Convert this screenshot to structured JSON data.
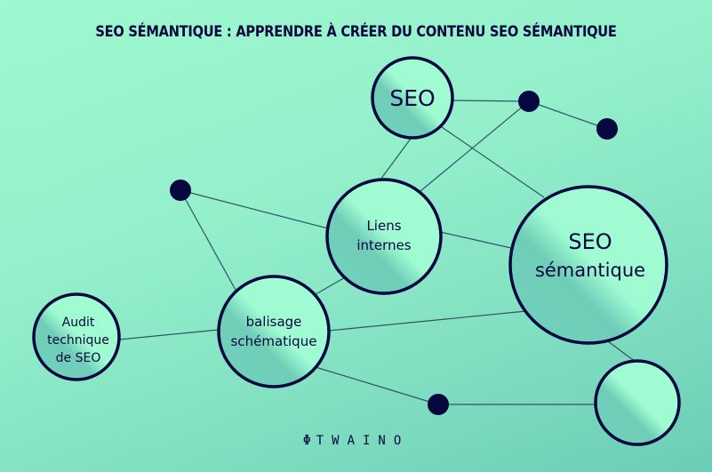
{
  "title": "SEO SÉMANTIQUE : APPRENDRE À CRÉER DU CONTENU SEO SÉMANTIQUE",
  "colors": {
    "background_light": "#9ef9d0",
    "background_dark": "#6ccdb6",
    "ink": "#07073f",
    "node_fill": "#9ffbd1",
    "node_shade": "#6fcdb8",
    "edge": "#2f5566"
  },
  "nodes": {
    "seo": {
      "line1": "SEO"
    },
    "liens": {
      "line1": "Liens",
      "line2": "internes"
    },
    "semantique": {
      "line1": "SEO",
      "line2": "sémantique"
    },
    "balisage": {
      "line1": "balisage",
      "line2": "schématique"
    },
    "audit": {
      "line1": "Audit",
      "line2": "technique",
      "line3": "de SEO"
    },
    "empty": {}
  },
  "dots": [
    "dot-top-1",
    "dot-top-2",
    "dot-left",
    "dot-bottom"
  ],
  "edges": [
    [
      "seo",
      "dot-top-1"
    ],
    [
      "dot-top-1",
      "dot-top-2"
    ],
    [
      "dot-top-1",
      "liens"
    ],
    [
      "seo",
      "liens"
    ],
    [
      "seo",
      "semantique"
    ],
    [
      "dot-left",
      "liens"
    ],
    [
      "dot-left",
      "balisage"
    ],
    [
      "liens",
      "semantique"
    ],
    [
      "liens",
      "balisage"
    ],
    [
      "balisage",
      "semantique"
    ],
    [
      "balisage",
      "audit"
    ],
    [
      "balisage",
      "dot-bottom"
    ],
    [
      "dot-bottom",
      "empty"
    ],
    [
      "semantique",
      "empty"
    ]
  ],
  "logo": {
    "icon": "leaf-icon",
    "text": "TWAINO"
  }
}
